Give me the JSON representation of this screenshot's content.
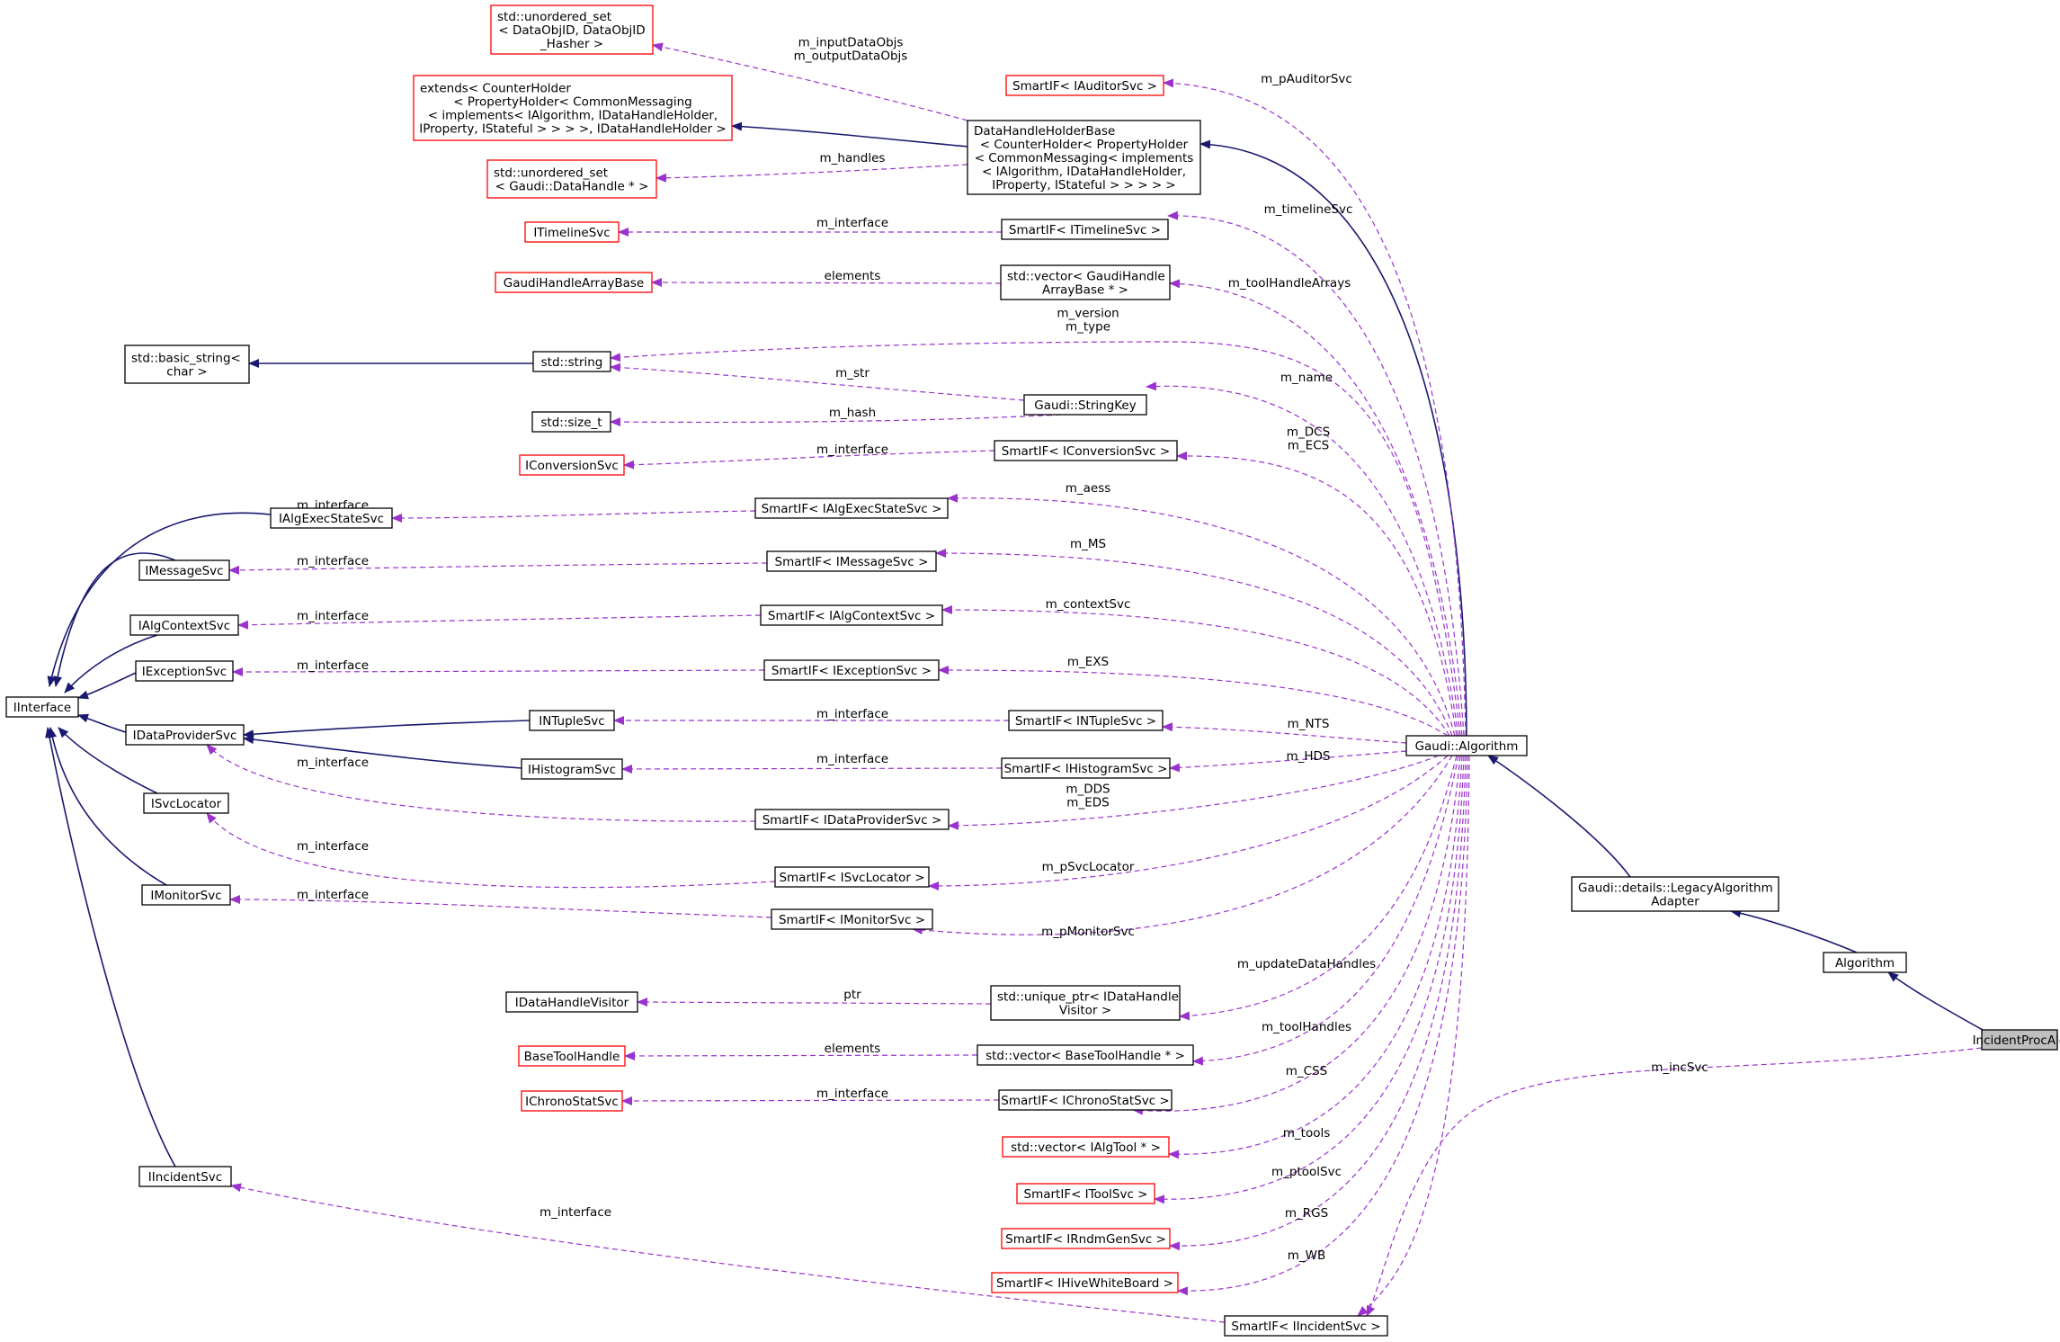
{
  "colors": {
    "inheritance": "#191970",
    "usage": "#9a32cd",
    "normal_border": "#000000",
    "undocumented_border": "#ff0000",
    "highlight_fill": "#bfbfbf"
  },
  "nodes": [
    {
      "id": "n_unordered_set_dataobj",
      "lines": [
        "std::unordered_set",
        "< DataObjID, DataObjID",
        "_Hasher >"
      ],
      "style": "red"
    },
    {
      "id": "n_extends",
      "lines": [
        "extends< CounterHolder",
        "< PropertyHolder< CommonMessaging",
        "< implements< IAlgorithm, IDataHandleHolder,",
        "IProperty, IStateful > > > >, IDataHandleHolder >"
      ],
      "style": "red"
    },
    {
      "id": "n_unordered_set_handle",
      "lines": [
        "std::unordered_set",
        "< Gaudi::DataHandle * >"
      ],
      "style": "red"
    },
    {
      "id": "n_itimelinesvc",
      "lines": [
        "ITimelineSvc"
      ],
      "style": "red"
    },
    {
      "id": "n_gaudihandlearraybase",
      "lines": [
        "GaudiHandleArrayBase"
      ],
      "style": "red"
    },
    {
      "id": "n_basic_string",
      "lines": [
        "std::basic_string<",
        "char >"
      ],
      "style": "normal"
    },
    {
      "id": "n_std_string",
      "lines": [
        "std::string"
      ],
      "style": "normal"
    },
    {
      "id": "n_size_t",
      "lines": [
        "std::size_t"
      ],
      "style": "normal"
    },
    {
      "id": "n_iconversionsvc",
      "lines": [
        "IConversionSvc"
      ],
      "style": "red"
    },
    {
      "id": "n_ialgexecstatesvc",
      "lines": [
        "IAlgExecStateSvc"
      ],
      "style": "normal"
    },
    {
      "id": "n_imessagesvc",
      "lines": [
        "IMessageSvc"
      ],
      "style": "normal"
    },
    {
      "id": "n_ialgcontextsvc",
      "lines": [
        "IAlgContextSvc"
      ],
      "style": "normal"
    },
    {
      "id": "n_iexceptionsvc",
      "lines": [
        "IExceptionSvc"
      ],
      "style": "normal"
    },
    {
      "id": "n_iinterface",
      "lines": [
        "IInterface"
      ],
      "style": "normal"
    },
    {
      "id": "n_idataprovidersvc",
      "lines": [
        "IDataProviderSvc"
      ],
      "style": "normal"
    },
    {
      "id": "n_intuplesvc",
      "lines": [
        "INTupleSvc"
      ],
      "style": "normal"
    },
    {
      "id": "n_ihistogramsvc",
      "lines": [
        "IHistogramSvc"
      ],
      "style": "normal"
    },
    {
      "id": "n_isvclocator",
      "lines": [
        "ISvcLocator"
      ],
      "style": "normal"
    },
    {
      "id": "n_imonitorsvc",
      "lines": [
        "IMonitorSvc"
      ],
      "style": "normal"
    },
    {
      "id": "n_idatahandlevisitor",
      "lines": [
        "IDataHandleVisitor"
      ],
      "style": "normal"
    },
    {
      "id": "n_basetoolhandle",
      "lines": [
        "BaseToolHandle"
      ],
      "style": "red"
    },
    {
      "id": "n_ichronostatsvc",
      "lines": [
        "IChronoStatSvc"
      ],
      "style": "red"
    },
    {
      "id": "n_iincidentsvc",
      "lines": [
        "IIncidentSvc"
      ],
      "style": "normal"
    },
    {
      "id": "n_sif_iauditorsvc",
      "lines": [
        "SmartIF< IAuditorSvc >"
      ],
      "style": "red"
    },
    {
      "id": "n_datahandleholderbase",
      "lines": [
        "DataHandleHolderBase",
        "< CounterHolder< PropertyHolder",
        "< CommonMessaging< implements",
        "< IAlgorithm, IDataHandleHolder,",
        "IProperty, IStateful > > > > >"
      ],
      "style": "normal"
    },
    {
      "id": "n_sif_itimelinesvc",
      "lines": [
        "SmartIF< ITimelineSvc >"
      ],
      "style": "normal"
    },
    {
      "id": "n_vec_gaudihandlearray",
      "lines": [
        "std::vector< GaudiHandle",
        "ArrayBase * >"
      ],
      "style": "normal"
    },
    {
      "id": "n_gaudi_stringkey",
      "lines": [
        "Gaudi::StringKey"
      ],
      "style": "normal"
    },
    {
      "id": "n_sif_iconversionsvc",
      "lines": [
        "SmartIF< IConversionSvc >"
      ],
      "style": "normal"
    },
    {
      "id": "n_sif_ialgexecstatesvc",
      "lines": [
        "SmartIF< IAlgExecStateSvc >"
      ],
      "style": "normal"
    },
    {
      "id": "n_sif_imessagesvc",
      "lines": [
        "SmartIF< IMessageSvc >"
      ],
      "style": "normal"
    },
    {
      "id": "n_sif_ialgcontextsvc",
      "lines": [
        "SmartIF< IAlgContextSvc >"
      ],
      "style": "normal"
    },
    {
      "id": "n_sif_iexceptionsvc",
      "lines": [
        "SmartIF< IExceptionSvc >"
      ],
      "style": "normal"
    },
    {
      "id": "n_sif_intuplesvc",
      "lines": [
        "SmartIF< INTupleSvc >"
      ],
      "style": "normal"
    },
    {
      "id": "n_sif_ihistogramsvc",
      "lines": [
        "SmartIF< IHistogramSvc >"
      ],
      "style": "normal"
    },
    {
      "id": "n_sif_idataprovidersvc",
      "lines": [
        "SmartIF< IDataProviderSvc >"
      ],
      "style": "normal"
    },
    {
      "id": "n_sif_isvclocator",
      "lines": [
        "SmartIF< ISvcLocator >"
      ],
      "style": "normal"
    },
    {
      "id": "n_sif_imonitorsvc",
      "lines": [
        "SmartIF< IMonitorSvc >"
      ],
      "style": "normal"
    },
    {
      "id": "n_uptr_idatahandlevisitor",
      "lines": [
        "std::unique_ptr< IDataHandle",
        "Visitor >"
      ],
      "style": "normal"
    },
    {
      "id": "n_vec_basetoolhandle",
      "lines": [
        "std::vector< BaseToolHandle * >"
      ],
      "style": "normal"
    },
    {
      "id": "n_sif_ichronostatsvc",
      "lines": [
        "SmartIF< IChronoStatSvc >"
      ],
      "style": "normal"
    },
    {
      "id": "n_vec_ialgtool",
      "lines": [
        "std::vector< IAlgTool * >"
      ],
      "style": "red"
    },
    {
      "id": "n_sif_itoolsvc",
      "lines": [
        "SmartIF< IToolSvc >"
      ],
      "style": "red"
    },
    {
      "id": "n_sif_irndmgensvc",
      "lines": [
        "SmartIF< IRndmGenSvc >"
      ],
      "style": "red"
    },
    {
      "id": "n_sif_ihivewhiteboard",
      "lines": [
        "SmartIF< IHiveWhiteBoard >"
      ],
      "style": "red"
    },
    {
      "id": "n_sif_iincidentsvc",
      "lines": [
        "SmartIF< IIncidentSvc >"
      ],
      "style": "normal"
    },
    {
      "id": "n_gaudi_algorithm",
      "lines": [
        "Gaudi::Algorithm"
      ],
      "style": "normal"
    },
    {
      "id": "n_legacy_adapter",
      "lines": [
        "Gaudi::details::LegacyAlgorithm",
        "Adapter"
      ],
      "style": "normal"
    },
    {
      "id": "n_algorithm",
      "lines": [
        "Algorithm"
      ],
      "style": "normal"
    },
    {
      "id": "n_incidentprocalg",
      "lines": [
        "IncidentProcAlg"
      ],
      "style": "highlight"
    }
  ],
  "edge_labels": [
    {
      "id": "l_inputoutput",
      "lines": [
        "m_inputDataObjs",
        "m_outputDataObjs"
      ]
    },
    {
      "id": "l_handles",
      "lines": [
        "m_handles"
      ]
    },
    {
      "id": "l_timeline_iface",
      "lines": [
        "m_interface"
      ]
    },
    {
      "id": "l_elements1",
      "lines": [
        "elements"
      ]
    },
    {
      "id": "l_version_type",
      "lines": [
        "m_version",
        "m_type"
      ]
    },
    {
      "id": "l_str",
      "lines": [
        "m_str"
      ]
    },
    {
      "id": "l_hash",
      "lines": [
        "m_hash"
      ]
    },
    {
      "id": "l_conv_iface",
      "lines": [
        "m_interface"
      ]
    },
    {
      "id": "l_execstate_iface",
      "lines": [
        "m_interface"
      ]
    },
    {
      "id": "l_msg_iface",
      "lines": [
        "m_interface"
      ]
    },
    {
      "id": "l_ctx_iface",
      "lines": [
        "m_interface"
      ]
    },
    {
      "id": "l_exc_iface",
      "lines": [
        "m_interface"
      ]
    },
    {
      "id": "l_ntuple_iface",
      "lines": [
        "m_interface"
      ]
    },
    {
      "id": "l_hist_iface",
      "lines": [
        "m_interface"
      ]
    },
    {
      "id": "l_dp_iface",
      "lines": [
        "m_interface"
      ]
    },
    {
      "id": "l_svcloc_iface",
      "lines": [
        "m_interface"
      ]
    },
    {
      "id": "l_mon_iface",
      "lines": [
        "m_interface"
      ]
    },
    {
      "id": "l_ptr",
      "lines": [
        "ptr"
      ]
    },
    {
      "id": "l_elements2",
      "lines": [
        "elements"
      ]
    },
    {
      "id": "l_chrono_iface",
      "lines": [
        "m_interface"
      ]
    },
    {
      "id": "l_incident_iface",
      "lines": [
        "m_interface"
      ]
    },
    {
      "id": "l_pauditorsvc",
      "lines": [
        "m_pAuditorSvc"
      ]
    },
    {
      "id": "l_timelinesvc",
      "lines": [
        "m_timelineSvc"
      ]
    },
    {
      "id": "l_toolhandlearrays",
      "lines": [
        "m_toolHandleArrays"
      ]
    },
    {
      "id": "l_name",
      "lines": [
        "m_name"
      ]
    },
    {
      "id": "l_dcs_ecs",
      "lines": [
        "m_DCS",
        "m_ECS"
      ]
    },
    {
      "id": "l_aess",
      "lines": [
        "m_aess"
      ]
    },
    {
      "id": "l_ms",
      "lines": [
        "m_MS"
      ]
    },
    {
      "id": "l_contextsvc",
      "lines": [
        "m_contextSvc"
      ]
    },
    {
      "id": "l_exs",
      "lines": [
        "m_EXS"
      ]
    },
    {
      "id": "l_nts",
      "lines": [
        "m_NTS"
      ]
    },
    {
      "id": "l_hds",
      "lines": [
        "m_HDS"
      ]
    },
    {
      "id": "l_dds_eds",
      "lines": [
        "m_DDS",
        "m_EDS"
      ]
    },
    {
      "id": "l_psvclocator",
      "lines": [
        "m_pSvcLocator"
      ]
    },
    {
      "id": "l_pmonitorsvc",
      "lines": [
        "m_pMonitorSvc"
      ]
    },
    {
      "id": "l_updatedatahandles",
      "lines": [
        "m_updateDataHandles"
      ]
    },
    {
      "id": "l_toolhandles",
      "lines": [
        "m_toolHandles"
      ]
    },
    {
      "id": "l_css",
      "lines": [
        "m_CSS"
      ]
    },
    {
      "id": "l_tools",
      "lines": [
        "m_tools"
      ]
    },
    {
      "id": "l_ptoolsvc",
      "lines": [
        "m_ptoolSvc"
      ]
    },
    {
      "id": "l_rgs",
      "lines": [
        "m_RGS"
      ]
    },
    {
      "id": "l_wb",
      "lines": [
        "m_WB"
      ]
    },
    {
      "id": "l_incsvc",
      "lines": [
        "m_incSvc"
      ]
    }
  ]
}
